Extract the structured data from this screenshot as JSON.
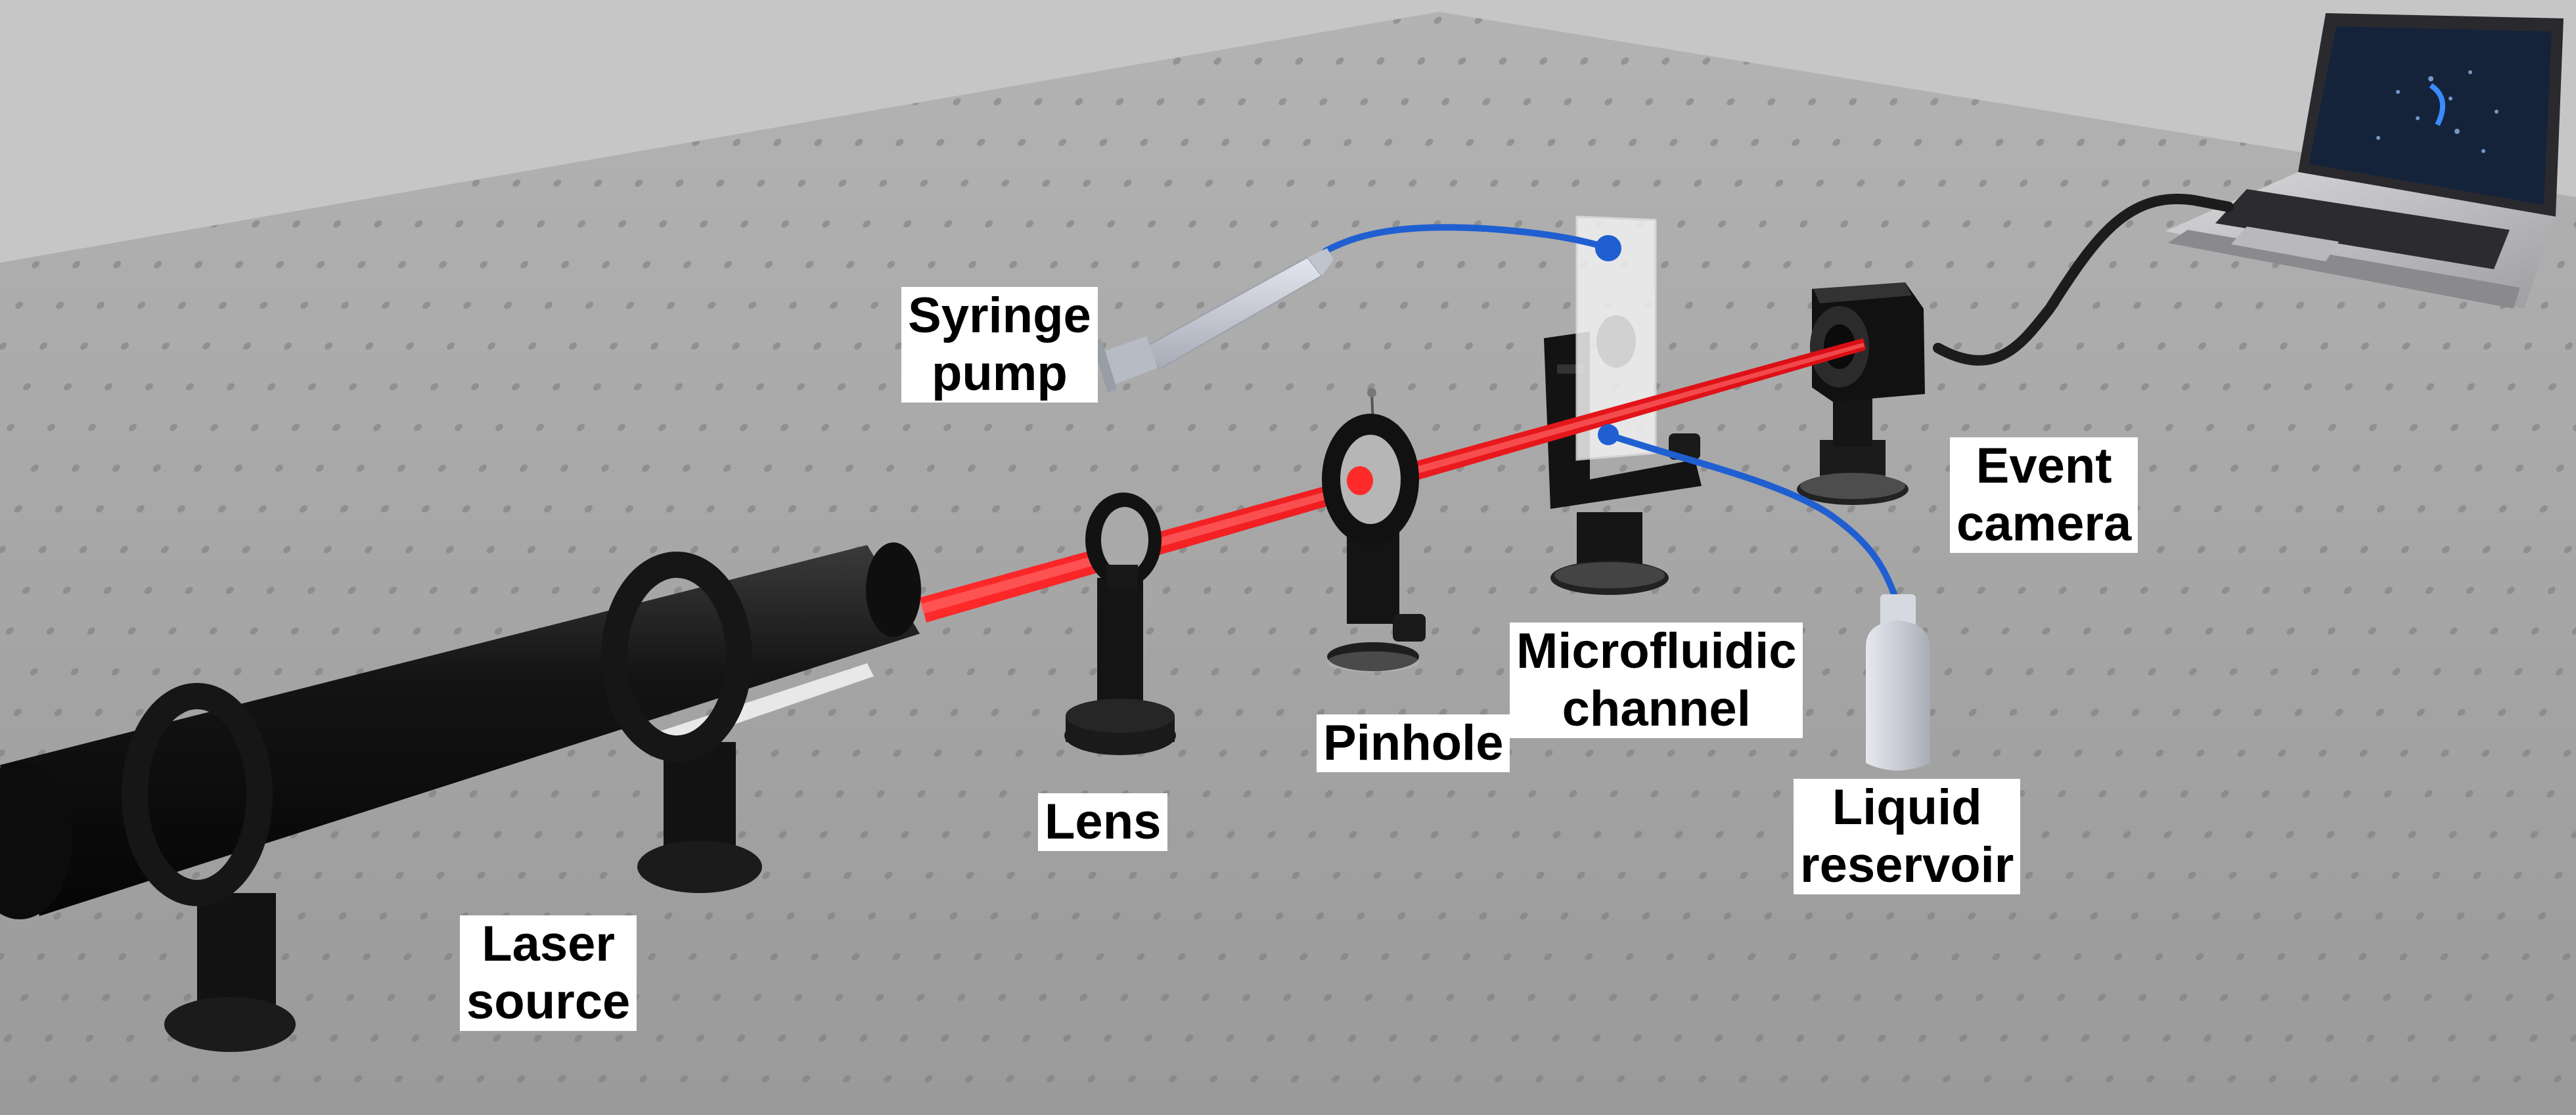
{
  "colors": {
    "wall": "#c7c7c7",
    "table": "#a4a4a4",
    "holes": "#7d7d7d",
    "laser_beam": "#e8141a",
    "tubing": "#1f5fd1",
    "hardware": "#141414",
    "label_bg": "#ffffff"
  },
  "labels": {
    "syringe_pump": [
      "Syringe",
      "pump"
    ],
    "laser_source": [
      "Laser",
      "source"
    ],
    "lens": [
      "Lens"
    ],
    "pinhole": [
      "Pinhole"
    ],
    "microfluidic_channel": [
      "Microfluidic",
      "channel"
    ],
    "liquid_reservoir": [
      "Liquid",
      "reservoir"
    ],
    "event_camera": [
      "Event",
      "camera"
    ]
  },
  "icons": {
    "laser": "laser-source-icon",
    "lens": "lens-mount-icon",
    "pinhole": "pinhole-mount-icon",
    "chip": "microfluidic-chip-icon",
    "syringe": "syringe-pump-icon",
    "bottle": "liquid-reservoir-icon",
    "camera": "event-camera-icon",
    "laptop": "laptop-icon"
  }
}
